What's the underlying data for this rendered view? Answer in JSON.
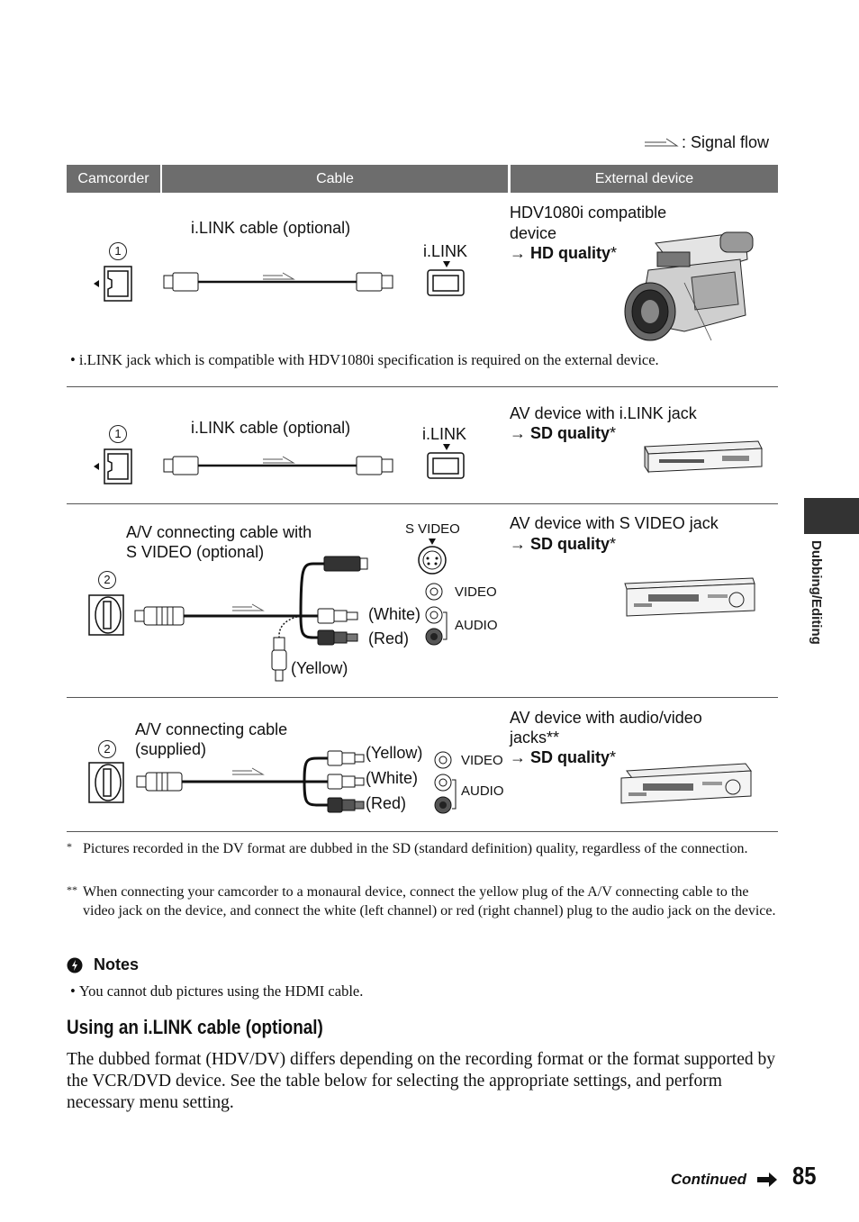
{
  "legend": {
    "signal_flow": ": Signal flow"
  },
  "table_header": {
    "camcorder": "Camcorder",
    "cable": "Cable",
    "external_device": "External device"
  },
  "rows": [
    {
      "num": "1",
      "cable_label": "i.LINK cable (optional)",
      "jack_label": "i.LINK",
      "device_line1": "HDV1080i compatible",
      "device_line2": "device",
      "quality": "HD quality",
      "quality_mark": "*"
    },
    {
      "num": "1",
      "cable_label": "i.LINK cable (optional)",
      "jack_label": "i.LINK",
      "device_line1": "AV device with i.LINK jack",
      "quality": "SD quality",
      "quality_mark": "*"
    },
    {
      "num": "2",
      "cable_line1": "A/V connecting cable with",
      "cable_line2": "S VIDEO (optional)",
      "svideo_label": "S VIDEO",
      "video_label": "VIDEO",
      "audio_label": "AUDIO",
      "white": "(White)",
      "red": "(Red)",
      "yellow": "(Yellow)",
      "device_line1": "AV device with S VIDEO jack",
      "quality": "SD quality",
      "quality_mark": "*"
    },
    {
      "num": "2",
      "cable_line1": "A/V connecting cable",
      "cable_line2": "(supplied)",
      "yellow": "(Yellow)",
      "white": "(White)",
      "red": "(Red)",
      "video_label": "VIDEO",
      "audio_label": "AUDIO",
      "device_line1": "AV device with audio/video",
      "device_line2": "jacks**",
      "quality": "SD quality",
      "quality_mark": "*"
    }
  ],
  "ilink_bullet": "i.LINK jack which is compatible with HDV1080i specification is required on the external device.",
  "footnotes": [
    {
      "mark": "*",
      "text": "Pictures recorded in the DV format are dubbed in the SD (standard definition) quality, regardless of the connection."
    },
    {
      "mark": "**",
      "text": "When connecting your camcorder to a monaural device, connect the yellow plug of the A/V connecting cable to the video jack on the device, and connect the white (left channel) or red (right channel) plug to the audio jack on the device."
    }
  ],
  "notes": {
    "title": "Notes",
    "items": [
      "You cannot dub pictures using the HDMI cable."
    ]
  },
  "section": {
    "title": "Using an i.LINK cable (optional)",
    "body": "The dubbed format (HDV/DV) differs depending on the recording format or the format supported by the VCR/DVD device. See the table below for selecting the appropriate settings, and perform necessary menu setting."
  },
  "side_tab": "Dubbing/Editing",
  "footer": {
    "continued": "Continued",
    "page_number": "85"
  }
}
